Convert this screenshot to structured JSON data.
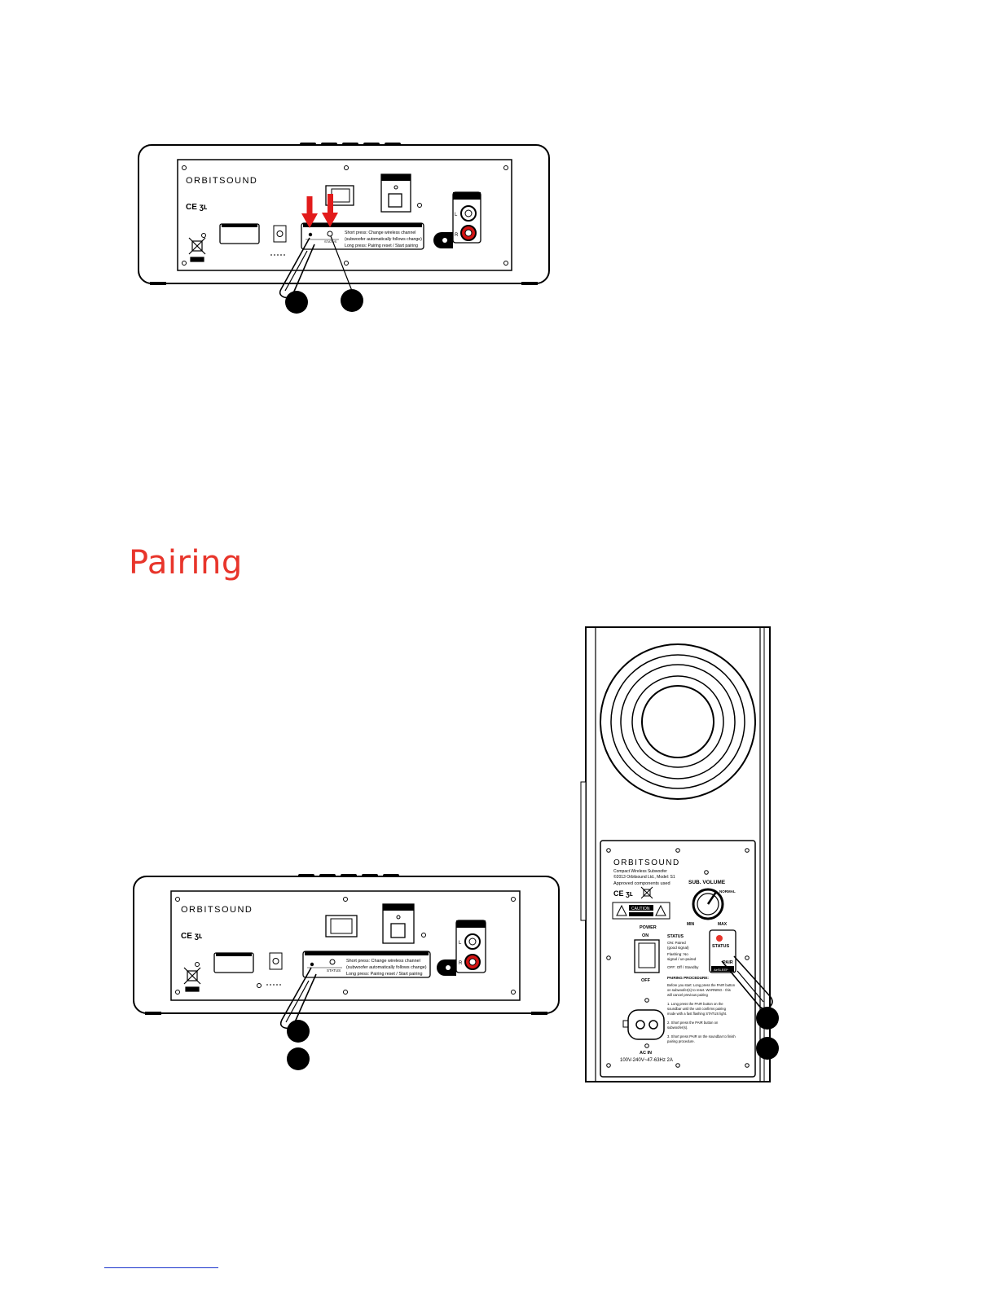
{
  "section": {
    "heading": "Pairing",
    "heading_color": "#e8352b"
  },
  "soundbar": {
    "brand": "ORBITSOUND",
    "cert_marks": "CE ʒʟ",
    "instructions": [
      "Short press: Change wireless channel",
      "(subwoofer automatically follows change)",
      "Long press: Pairing reset / Start pairing"
    ],
    "status_label": "STATUS",
    "channel_left": "L",
    "channel_right": "R"
  },
  "subwoofer": {
    "brand": "ORBITSOUND",
    "model_lines": [
      "Compact Wireless Subwoofer",
      "©2013 Orbitsound Ltd., Model: S1",
      "Approved components used"
    ],
    "caution": "CAUTION",
    "volume_title": "SUB. VOLUME",
    "volume_min": "MIN",
    "volume_normal": "NORMAL",
    "volume_max": "MAX",
    "power_title": "POWER",
    "power_on": "ON",
    "power_off": "OFF",
    "status_title": "STATUS",
    "status_lines": [
      "ON: Paired",
      "(good signal)",
      "Flashing: No",
      "signal / un-paired",
      "OFF: Off / Standby"
    ],
    "pair_box_status": "STATUS",
    "pair_box_pair": "PAIR",
    "pair_box_tag": "AirSLEEP",
    "pairing_title": "PAIRING PROCEDURE:",
    "pairing_lines": [
      "Before you start: Long press the PAIR button",
      "on subwoofer(s) to reset. WARNING - this",
      "will cancel previous pairing",
      "1. Long press the PAIR button on the",
      "soundbar until the unit confirms pairing",
      "mode with a fast flashing STATUS light.",
      "2. Short press the PAIR button on",
      "subwoofer(s).",
      "3. Short press PAIR on the soundbar to finish",
      "pairing procedure."
    ],
    "ac_title": "AC IN",
    "ac_rating": "100V-240V~47-63Hz  2A"
  },
  "colors": {
    "arrow": "#e21b1b",
    "accent": "#e8352b",
    "rca_red": "#d41414",
    "rule": "#1a33cc"
  }
}
